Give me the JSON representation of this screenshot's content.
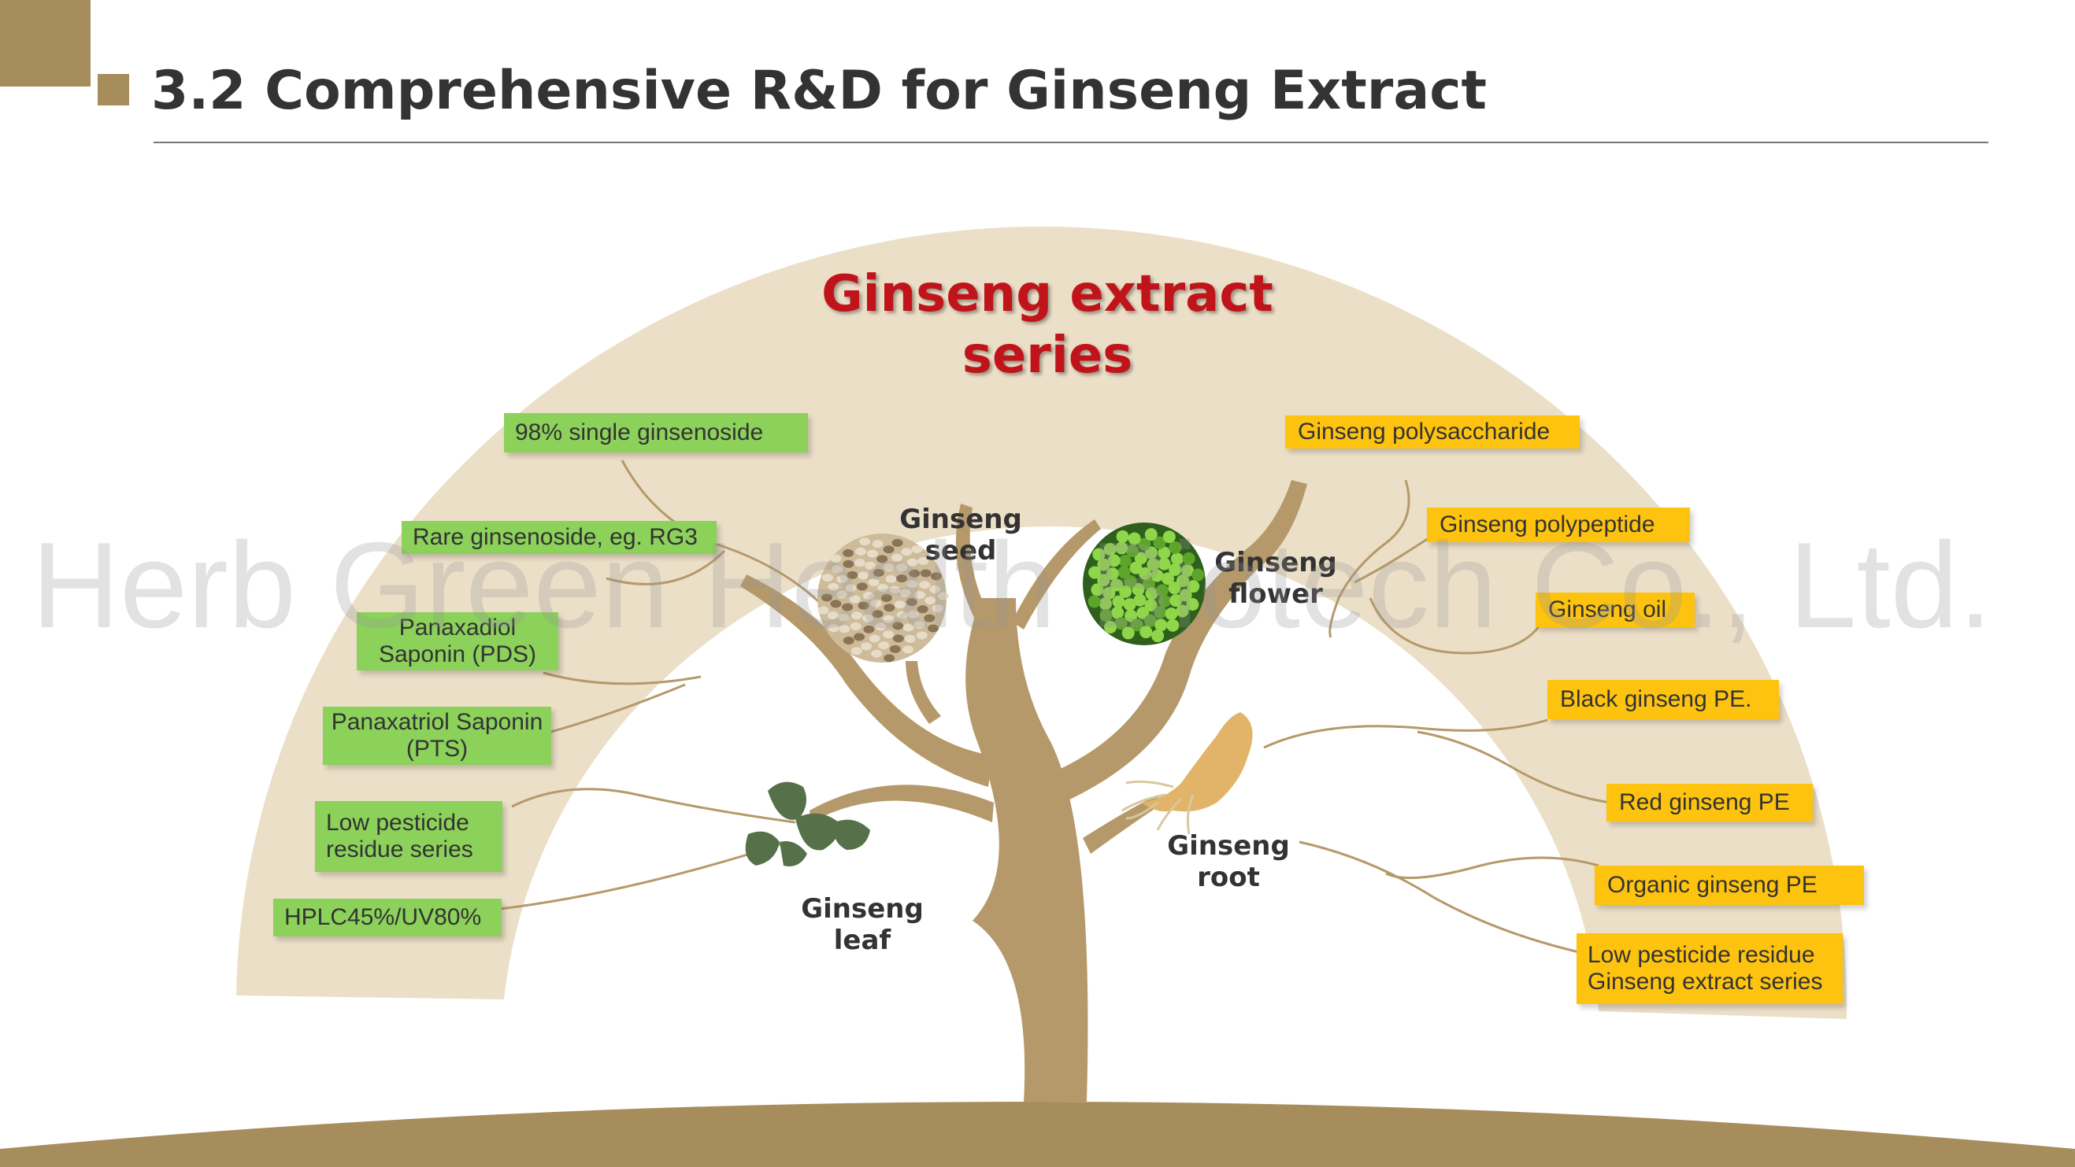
{
  "header": {
    "title": "3.2 Comprehensive R&D for Ginseng Extract"
  },
  "diagram": {
    "center_title_line1": "Ginseng extract",
    "center_title_line2": "series",
    "left_products": [
      "98% single ginsenoside",
      "Rare ginsenoside, eg. RG3",
      "Panaxadiol Saponin (PDS)",
      "Panaxatriol Saponin (PTS)",
      "Low pesticide residue series",
      "HPLC45%/UV80%"
    ],
    "right_products": [
      "Ginseng polysaccharide",
      "Ginseng polypeptide",
      "Ginseng oil",
      "Black ginseng PE.",
      "Red ginseng PE",
      "Organic ginseng PE",
      "Low pesticide residue Ginseng extract series"
    ],
    "parts": {
      "seed": "Ginseng seed",
      "flower_line1": "Ginseng",
      "flower_line2": "flower",
      "leaf_line1": "Ginseng",
      "leaf_line2": "leaf",
      "root_line1": "Ginseng",
      "root_line2": "root"
    }
  },
  "watermark": "Herb Green Health Biotech Co., Ltd.",
  "colors": {
    "brand_gold": "#a88d5c",
    "tree_brown": "#b5996a",
    "arch_beige": "#ecdfc8",
    "left_box_green": "#8bd15a",
    "right_box_yellow": "#fdc30f",
    "title_red": "#c0141a"
  }
}
